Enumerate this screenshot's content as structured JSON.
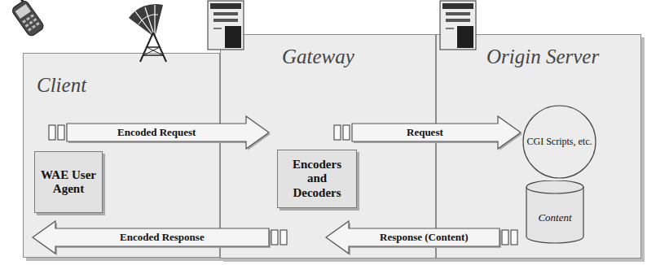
{
  "diagram": {
    "nodes": [
      {
        "text": [
          "Client"
        ]
      },
      {
        "text": [
          "WAE User Agent"
        ],
        "in": 0
      },
      {
        "text": [
          "Gateway"
        ]
      },
      {
        "text": [
          "Encoders and Decoders"
        ],
        "in": 2
      },
      {
        "text": [
          "Origin Server"
        ]
      },
      {
        "text": [
          "CGI Scripts, etc."
        ],
        "in": 4
      },
      {
        "text": [
          "Content"
        ],
        "in": 4
      }
    ],
    "edges": [
      {
        "from": 0,
        "to": 2,
        "arrow": "to",
        "label": "Encoded Request"
      },
      {
        "from": 2,
        "to": 5,
        "arrow": "to",
        "label": "Request"
      },
      {
        "from": 4,
        "to": 2,
        "arrow": "to",
        "label": "Response (Content)"
      },
      {
        "from": 2,
        "to": 0,
        "arrow": "to",
        "label": "Encoded Response"
      }
    ]
  }
}
